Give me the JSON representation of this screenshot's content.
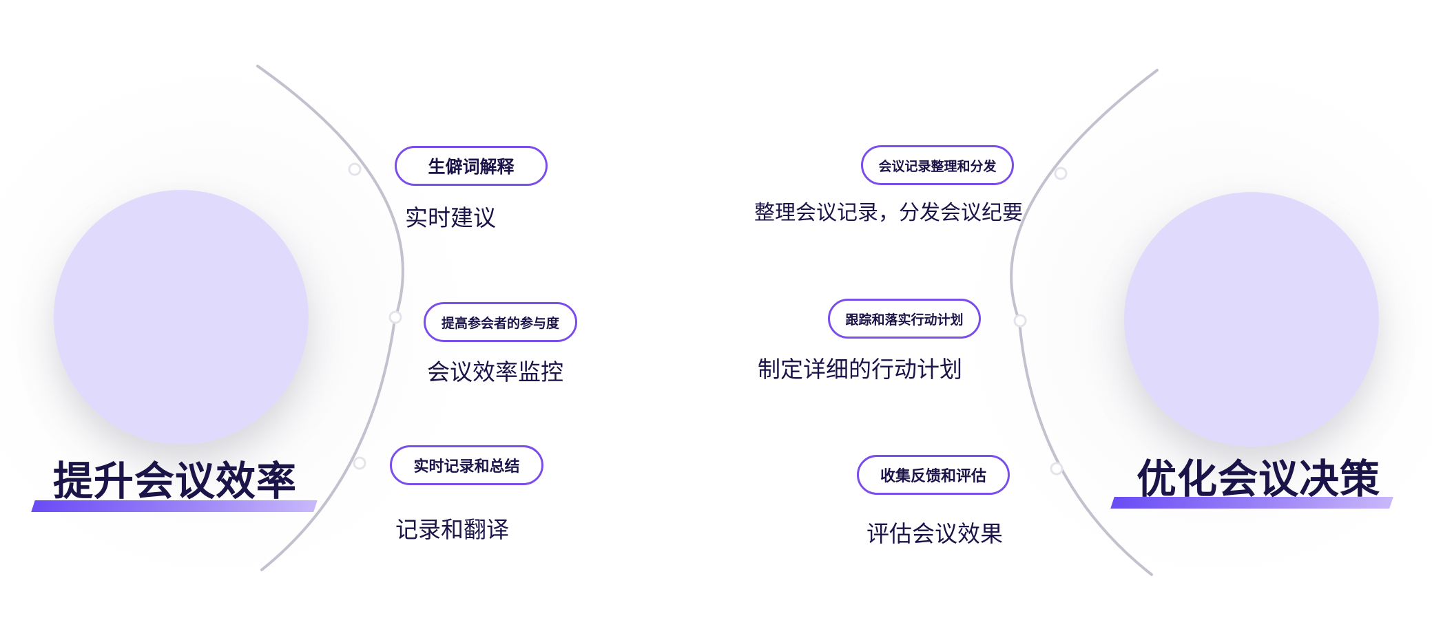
{
  "colors": {
    "accent": "#7b4de9",
    "text": "#1b1448",
    "circle_fill": "#e0dbfd",
    "arc": "#c2c2ce"
  },
  "left_section": {
    "title": "提升会议效率",
    "items": [
      {
        "tag": "生僻词解释",
        "description": "实时建议"
      },
      {
        "tag": "提高参会者的参与度",
        "description": "会议效率监控"
      },
      {
        "tag": "实时记录和总结",
        "description": "记录和翻译"
      }
    ]
  },
  "right_section": {
    "title": "优化会议决策",
    "items": [
      {
        "tag": "会议记录整理和分发",
        "description": "整理会议记录，分发会议纪要"
      },
      {
        "tag": "跟踪和落实行动计划",
        "description": "制定详细的行动计划"
      },
      {
        "tag": "收集反馈和评估",
        "description": "评估会议效果"
      }
    ]
  }
}
